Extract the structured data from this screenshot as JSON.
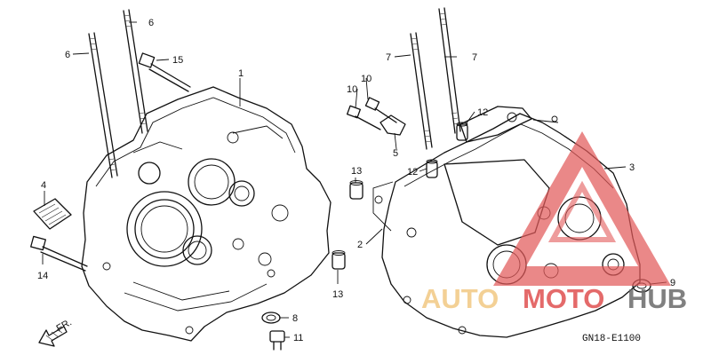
{
  "diagram": {
    "callouts": [
      "1",
      "2",
      "3",
      "4",
      "5",
      "6",
      "6",
      "7",
      "7",
      "8",
      "9",
      "10",
      "10",
      "11",
      "12",
      "12",
      "13",
      "13",
      "14",
      "15"
    ],
    "direction_label": "FR.",
    "drawing_code": "GN18-E1100"
  },
  "watermark": {
    "part1": "AUTO",
    "part2": "MOTO",
    "part3": "HUB",
    "colors": {
      "auto": "#f2cc8a",
      "moto": "#e25a5a",
      "hub": "#6b6b6b",
      "triangle": "#e25a5a"
    }
  }
}
